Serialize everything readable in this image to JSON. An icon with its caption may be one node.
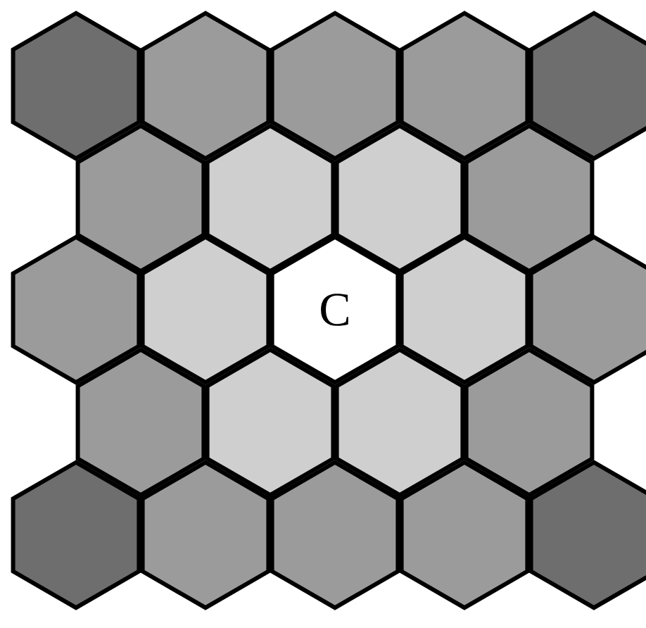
{
  "diagram": {
    "nodes": [
      {
        "text": [],
        "shape": "hexagon"
      },
      {
        "text": [],
        "shape": "hexagon"
      },
      {
        "text": [],
        "shape": "hexagon"
      },
      {
        "text": [],
        "shape": "hexagon"
      },
      {
        "text": [],
        "shape": "hexagon"
      },
      {
        "text": [],
        "shape": "hexagon"
      },
      {
        "text": [],
        "shape": "hexagon"
      },
      {
        "text": [],
        "shape": "hexagon"
      },
      {
        "text": [],
        "shape": "hexagon"
      },
      {
        "text": [],
        "shape": "hexagon"
      },
      {
        "text": [],
        "shape": "hexagon"
      },
      {
        "text": [
          "C"
        ]
      },
      {
        "text": [],
        "shape": "hexagon"
      },
      {
        "text": [],
        "shape": "hexagon"
      },
      {
        "text": [],
        "shape": "hexagon"
      },
      {
        "text": [],
        "shape": "hexagon"
      },
      {
        "text": [],
        "shape": "hexagon"
      },
      {
        "text": [],
        "shape": "hexagon"
      },
      {
        "text": [],
        "shape": "hexagon"
      },
      {
        "text": [],
        "shape": "hexagon"
      },
      {
        "text": [],
        "shape": "hexagon"
      },
      {
        "text": [],
        "shape": "hexagon"
      },
      {
        "text": [],
        "shape": "hexagon"
      }
    ]
  }
}
